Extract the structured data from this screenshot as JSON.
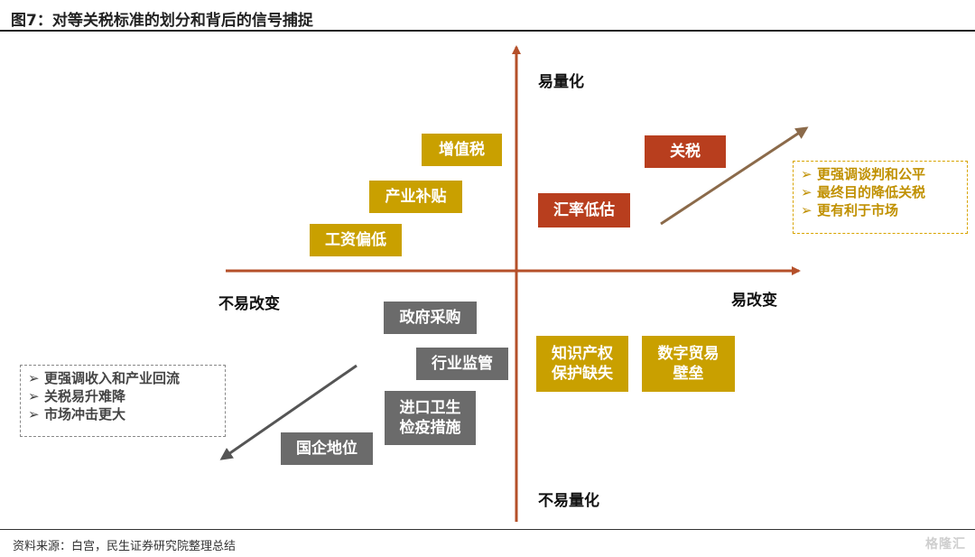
{
  "title": "图7：对等关税标准的划分和背后的信号捕捉",
  "axes": {
    "top": "易量化",
    "bottom": "不易量化",
    "left": "不易改变",
    "right": "易改变"
  },
  "boxes": {
    "vat": "增值税",
    "subsidy": "产业补贴",
    "low_wage": "工资偏低",
    "tariff": "关税",
    "fx": "汇率低估",
    "gov_procure": "政府采购",
    "industry_reg": "行业监管",
    "import_health": "进口卫生\n检疫措施",
    "soe": "国企地位",
    "ip": "知识产权\n保护缺失",
    "digital": "数字贸易\n壁垒"
  },
  "note_right": {
    "marker": "➢",
    "items": [
      "更强调谈判和公平",
      "最终目的降低关税",
      "更有利于市场"
    ]
  },
  "note_left": {
    "marker": "➢",
    "items": [
      "更强调收入和产业回流",
      "关税易升难降",
      "市场冲击更大"
    ]
  },
  "source": "资料来源：白宫，民生证券研究院整理总结",
  "watermark": "格隆汇",
  "colors": {
    "gold": "#C9A000",
    "red": "#B83E1E",
    "gray": "#6B6B6B",
    "axis": "#B5502A",
    "arrow": "#8B6A4A"
  }
}
